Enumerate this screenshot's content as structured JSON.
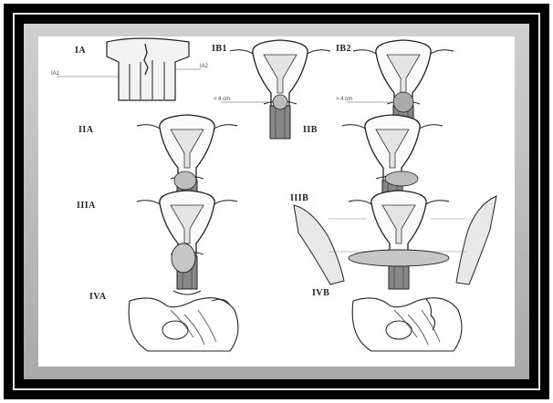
{
  "figure": {
    "panels": [
      {
        "label": "IA"
      },
      {
        "label": "IB1"
      },
      {
        "label": "IB2"
      },
      {
        "label": "IIA"
      },
      {
        "label": "IIB"
      },
      {
        "label": "IIIA"
      },
      {
        "label": "IIIB"
      },
      {
        "label": "IVA"
      },
      {
        "label": "IVB"
      }
    ],
    "annotations": {
      "ia_left": "IA1",
      "ia_right": "IA2",
      "ib1_size": "< 4 cm",
      "ib2_size": "> 4 cm"
    }
  }
}
